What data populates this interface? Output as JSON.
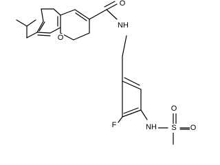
{
  "atom_labels": {
    "ring_oxygen": "O",
    "carbonyl_oxygen": "O",
    "amide_nh": "NH",
    "fluorine": "F",
    "sulfonamide_nh": "NH",
    "sulfur": "S",
    "sulfonyl_oxygen_top": "O",
    "sulfonyl_oxygen_right": "O"
  },
  "colors": {
    "bond": "#000000",
    "label": "#000000",
    "background": "#ffffff"
  }
}
